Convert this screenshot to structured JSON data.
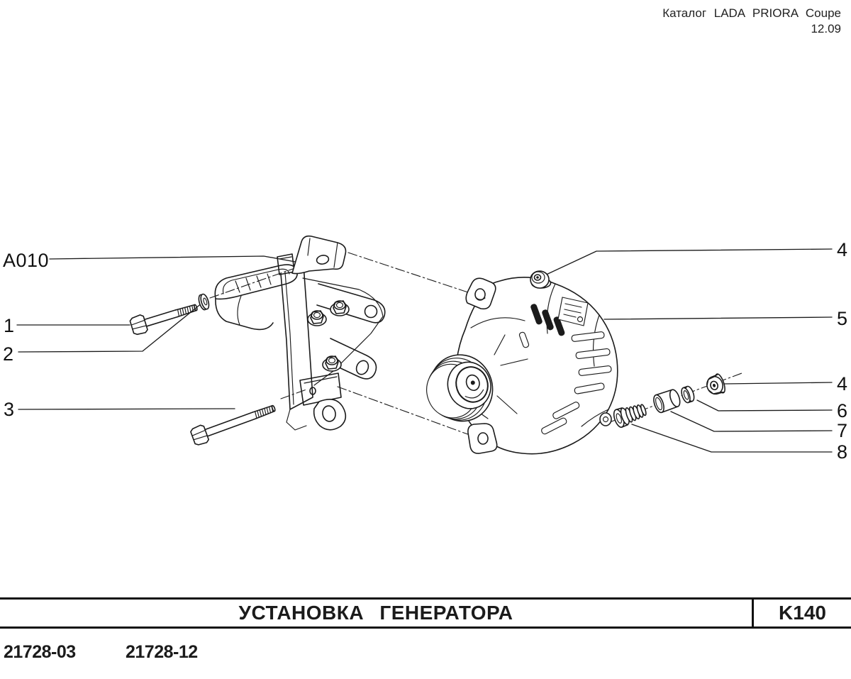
{
  "page": {
    "background_color": "#ffffff",
    "line_color": "#1b1b1b"
  },
  "header": {
    "catalog_title": "Каталог LADA PRIORA Coupe",
    "edition_date": "12.09"
  },
  "diagram": {
    "callouts_left": [
      {
        "label": "A010"
      },
      {
        "label": "1"
      },
      {
        "label": "2"
      },
      {
        "label": "3"
      }
    ],
    "callouts_right": [
      {
        "label": "4"
      },
      {
        "label": "5"
      },
      {
        "label": "4"
      },
      {
        "label": "6"
      },
      {
        "label": "7"
      },
      {
        "label": "8"
      }
    ]
  },
  "footer": {
    "title": "УСТАНОВКА ГЕНЕРАТОРА",
    "sheet_code": "K140",
    "model_codes": [
      "21728-03",
      "21728-12"
    ]
  }
}
